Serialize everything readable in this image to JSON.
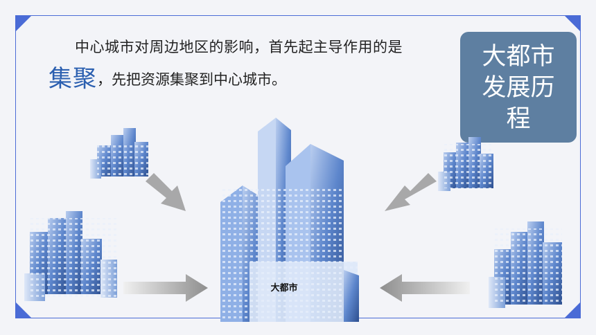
{
  "text": {
    "line1": "中心城市对周边地区的影响，首先起主导作用的是",
    "keyword": "集聚",
    "line2_rest": "，先把资源集聚到中心城市。"
  },
  "title_box": {
    "line1": "大都市",
    "line2": "发展历",
    "line3": "程"
  },
  "center_label": "大都市",
  "colors": {
    "accent": "#4a6bd6",
    "keyword": "#2b5fb0",
    "title_box": "#5e7fa1",
    "arrow": "#a9a9a9"
  },
  "icons": [
    "city-cluster-icon",
    "skyscraper-icon",
    "arrow-icon"
  ]
}
